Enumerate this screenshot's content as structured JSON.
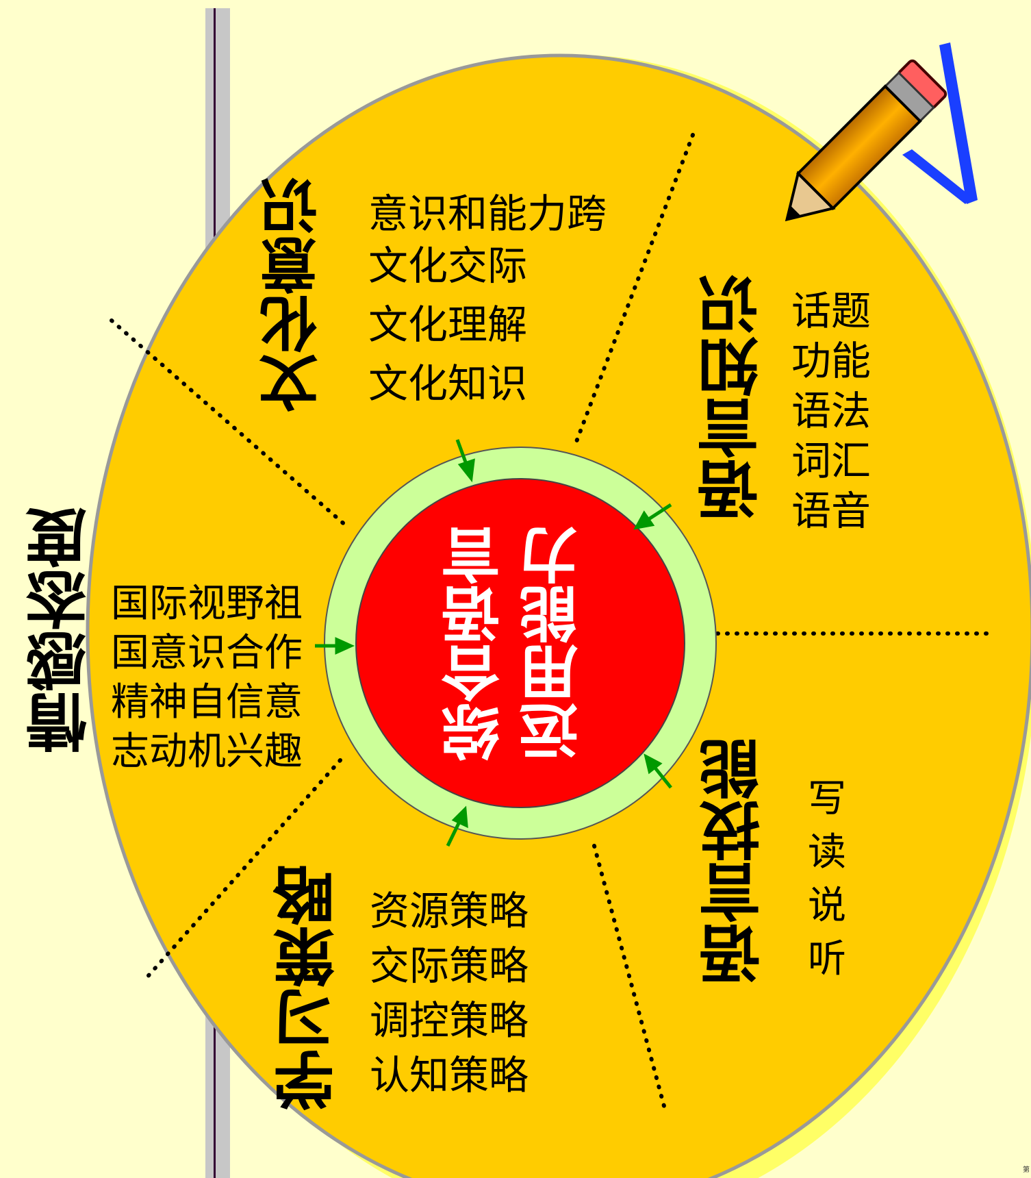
{
  "center": {
    "line1": "综合语言",
    "line2": "运用能力"
  },
  "sections": {
    "culture": {
      "title": "文化意识",
      "items": [
        "意识和能力跨",
        "文化交际",
        "文化理解",
        "文化知识"
      ]
    },
    "knowledge": {
      "title": "语言知识",
      "items": [
        "话题",
        "功能",
        "语法",
        "词汇",
        "语音"
      ]
    },
    "skills": {
      "title": "语言技能",
      "items": [
        "写",
        "读",
        "说",
        "听"
      ]
    },
    "strategy": {
      "title": "学习策略",
      "items": [
        "资源策略",
        "交际策略",
        "调控策略",
        "认知策略"
      ]
    },
    "attitude": {
      "title": "情感态度",
      "items": [
        "国际视野祖",
        "国意识合作",
        "精神自信意",
        "志动机兴趣"
      ]
    }
  },
  "corner_mark": "第",
  "colors": {
    "background": "#ffffcc",
    "disc": "#ffcc00",
    "disc_edge": "#999999",
    "ring": "#ccff99",
    "core": "#ff0000",
    "arrow": "#009900",
    "slide_line": "#330033"
  },
  "icons": [
    "pencil-icon",
    "checkmark-icon"
  ]
}
